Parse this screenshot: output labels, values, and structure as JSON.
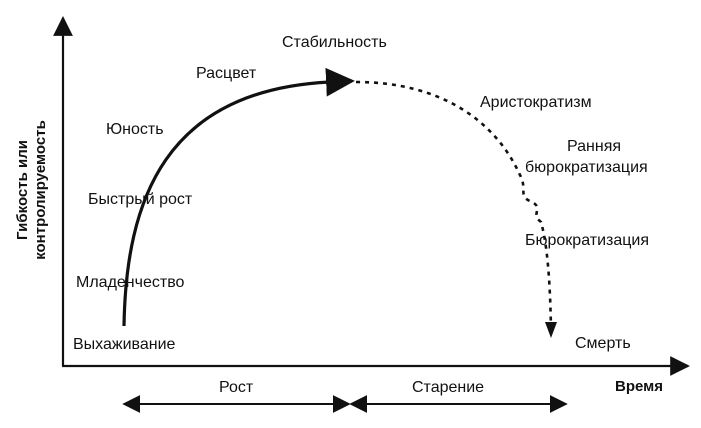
{
  "y_axis": {
    "label_line1": "Гибкость или",
    "label_line2": "контролируемость"
  },
  "x_axis": {
    "label": "Время"
  },
  "stages": {
    "survival": "Выхаживание",
    "infancy": "Младенчество",
    "go_go": "Быстрый рост",
    "adolescence": "Юность",
    "prime": "Расцвет",
    "stability": "Стабильность",
    "aristocracy": "Аристократизм",
    "early_bureaucracy_line1": "Ранняя",
    "early_bureaucracy_line2": "бюрократизация",
    "bureaucracy": "Бюрократизация",
    "death": "Смерть"
  },
  "phases": {
    "growth": "Рост",
    "aging": "Старение"
  },
  "colors": {
    "ink": "#111111",
    "background": "#ffffff"
  }
}
